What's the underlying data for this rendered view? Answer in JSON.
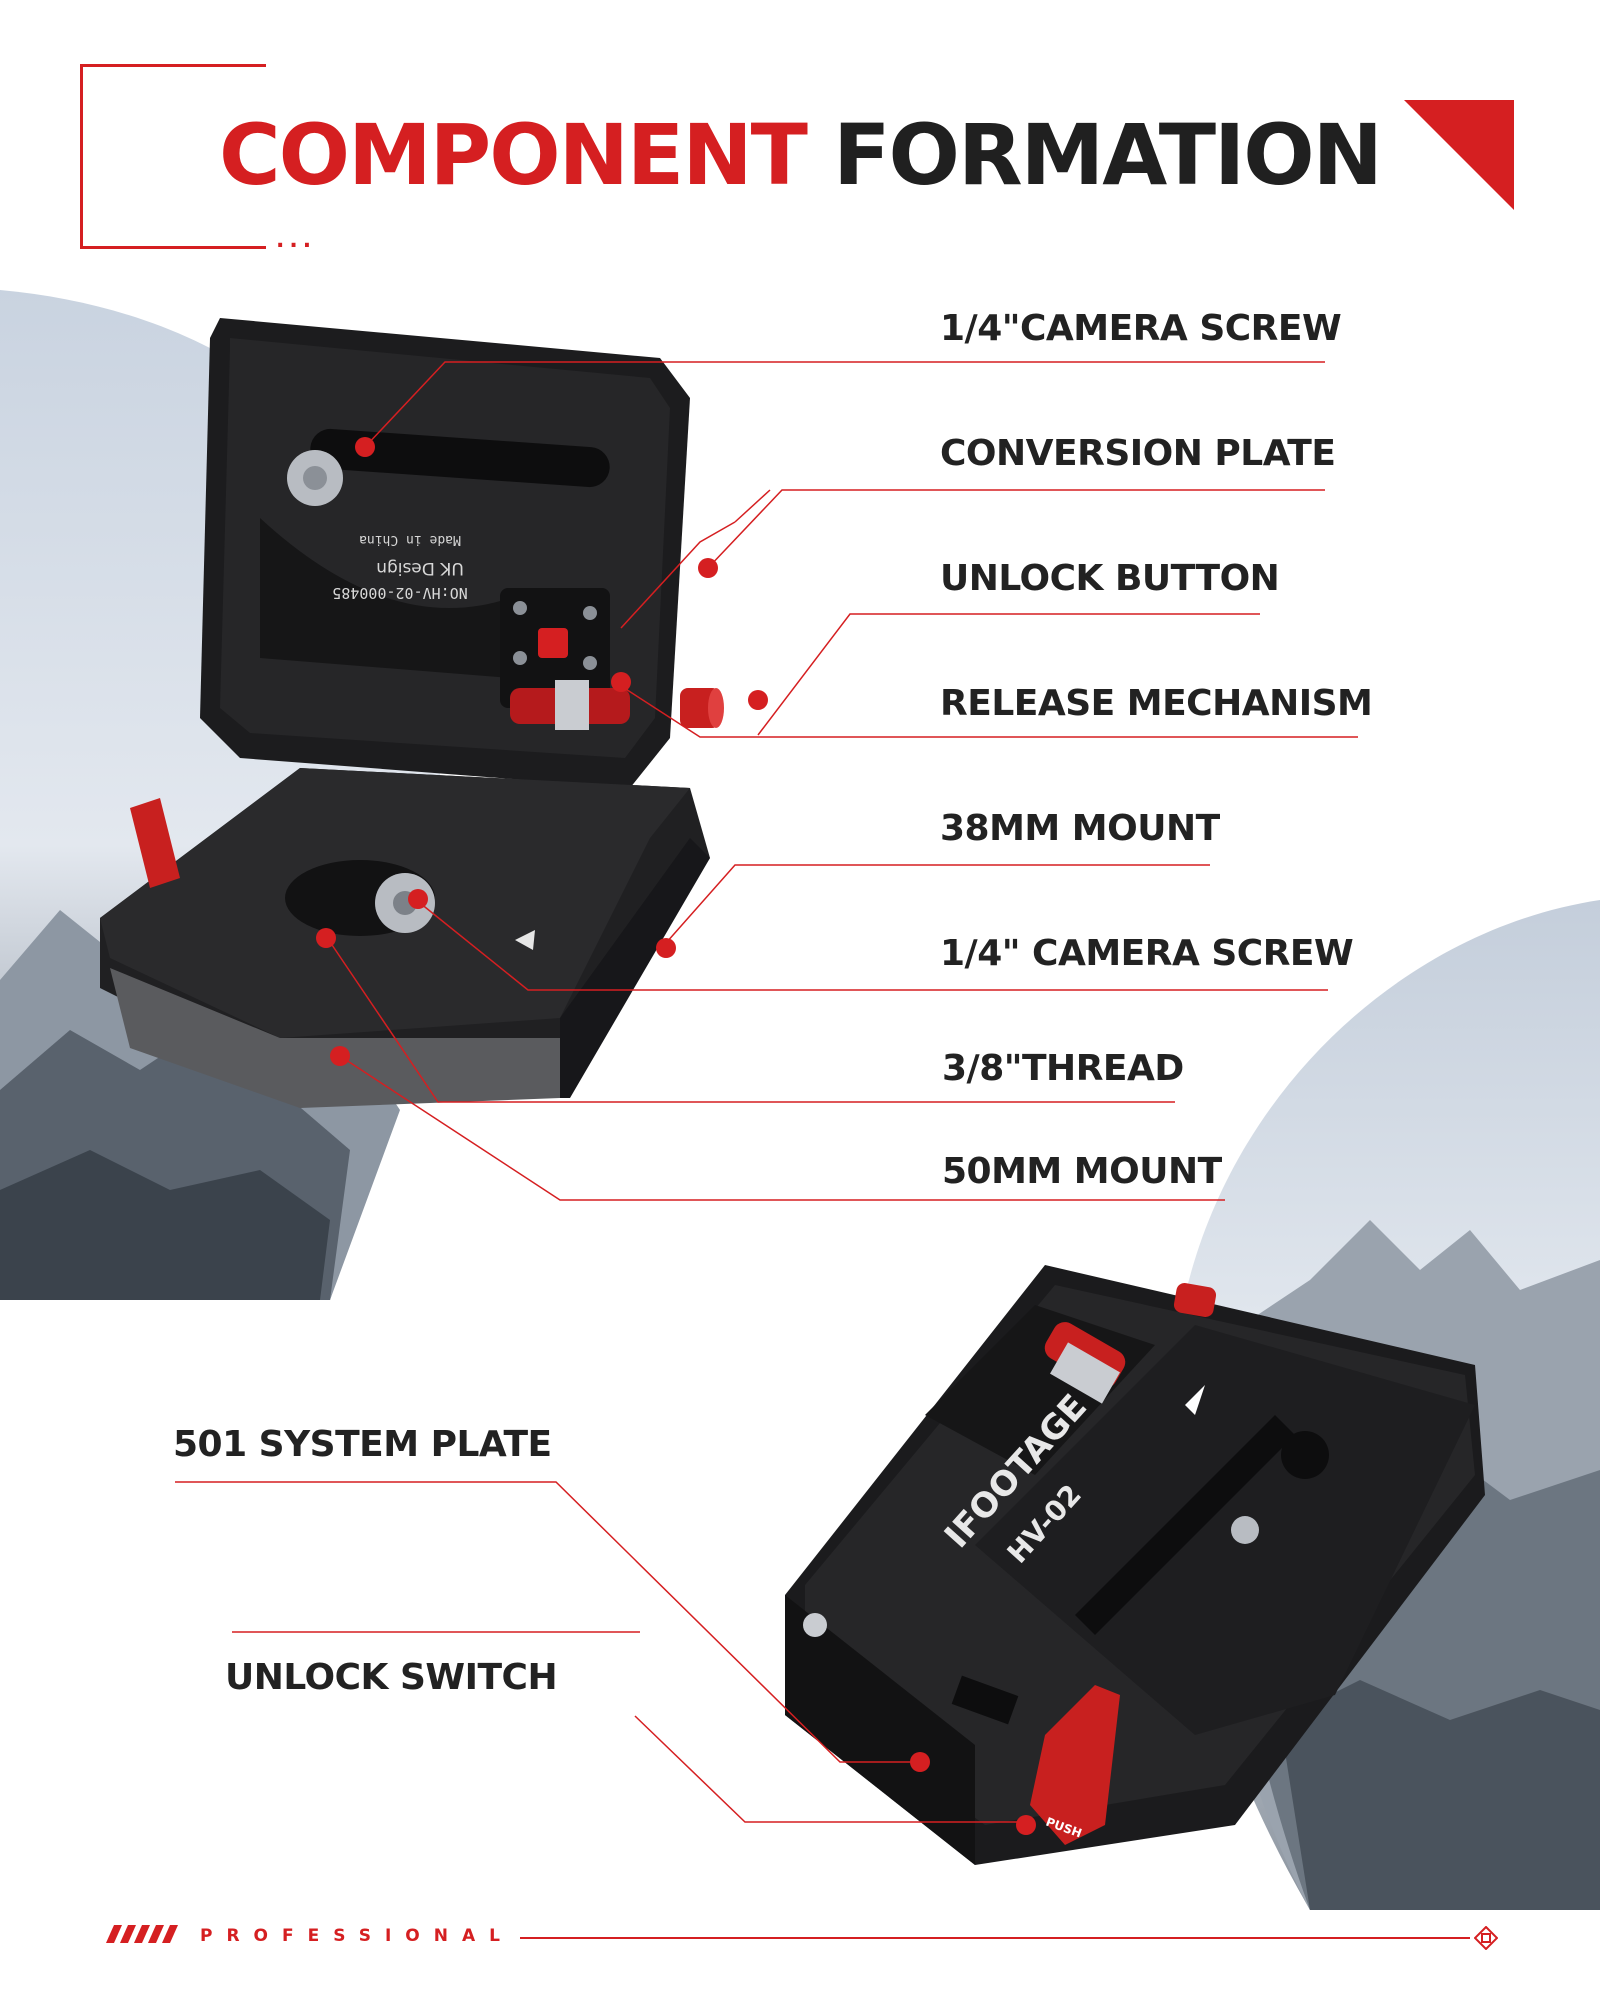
{
  "header": {
    "title_red": "COMPONENT",
    "title_dark": "FORMATION",
    "dots": "..."
  },
  "top_labels": [
    "1/4\"CAMERA SCREW",
    "CONVERSION PLATE",
    "UNLOCK BUTTON",
    "RELEASE MECHANISM",
    "38MM MOUNT",
    "1/4\" CAMERA SCREW",
    "3/8\"THREAD",
    "50MM MOUNT"
  ],
  "bottom_labels": [
    "501 SYSTEM PLATE",
    "UNLOCK SWITCH"
  ],
  "product_a": {
    "engraving": [
      "Made in China",
      "UK Design",
      "NO:HV-02-000485"
    ]
  },
  "product_b": {
    "brand": "IFOOTAGE",
    "model": "HV-02",
    "push_label": "PUSH"
  },
  "footer": {
    "text": "PROFESSIONAL"
  },
  "colors": {
    "accent": "#d51f21",
    "text": "#222222"
  }
}
